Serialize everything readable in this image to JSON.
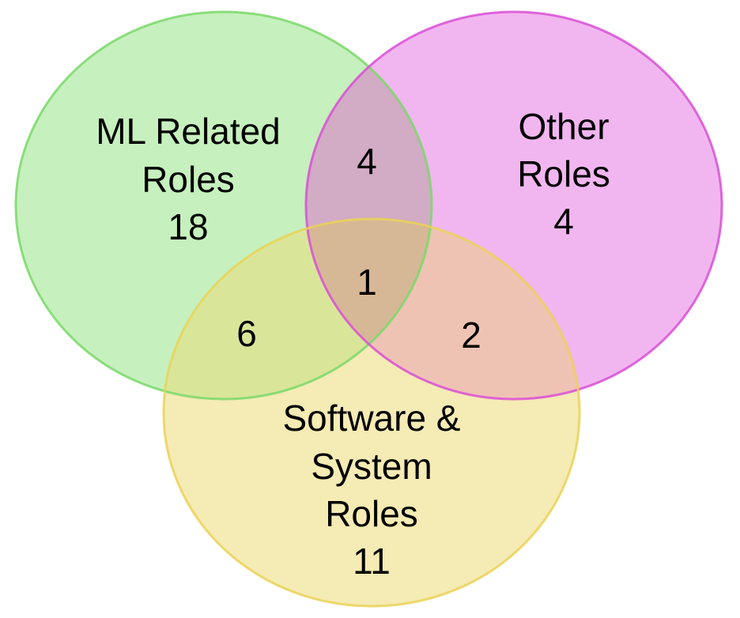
{
  "sets": {
    "ml": {
      "label_lines": [
        "ML Related",
        "Roles"
      ],
      "count": "18",
      "fill": "#c6f0bd",
      "stroke": "#7ad86a"
    },
    "other": {
      "label_lines": [
        "Other",
        "Roles"
      ],
      "count": "4",
      "fill": "#f1b6f0",
      "stroke": "#d94fd6"
    },
    "software": {
      "label_lines": [
        "Software &",
        "System",
        "Roles"
      ],
      "count": "11",
      "fill": "#f5ebb4",
      "stroke": "#ead257"
    }
  },
  "intersections": {
    "ml_other": "4",
    "ml_software": "6",
    "other_software": "2",
    "all_three": "1"
  },
  "region_colors": {
    "ml_other": "#d2abc5",
    "ml_software": "#d9e69a",
    "other_software": "#efc3b3",
    "all_three": "#d7b896"
  }
}
